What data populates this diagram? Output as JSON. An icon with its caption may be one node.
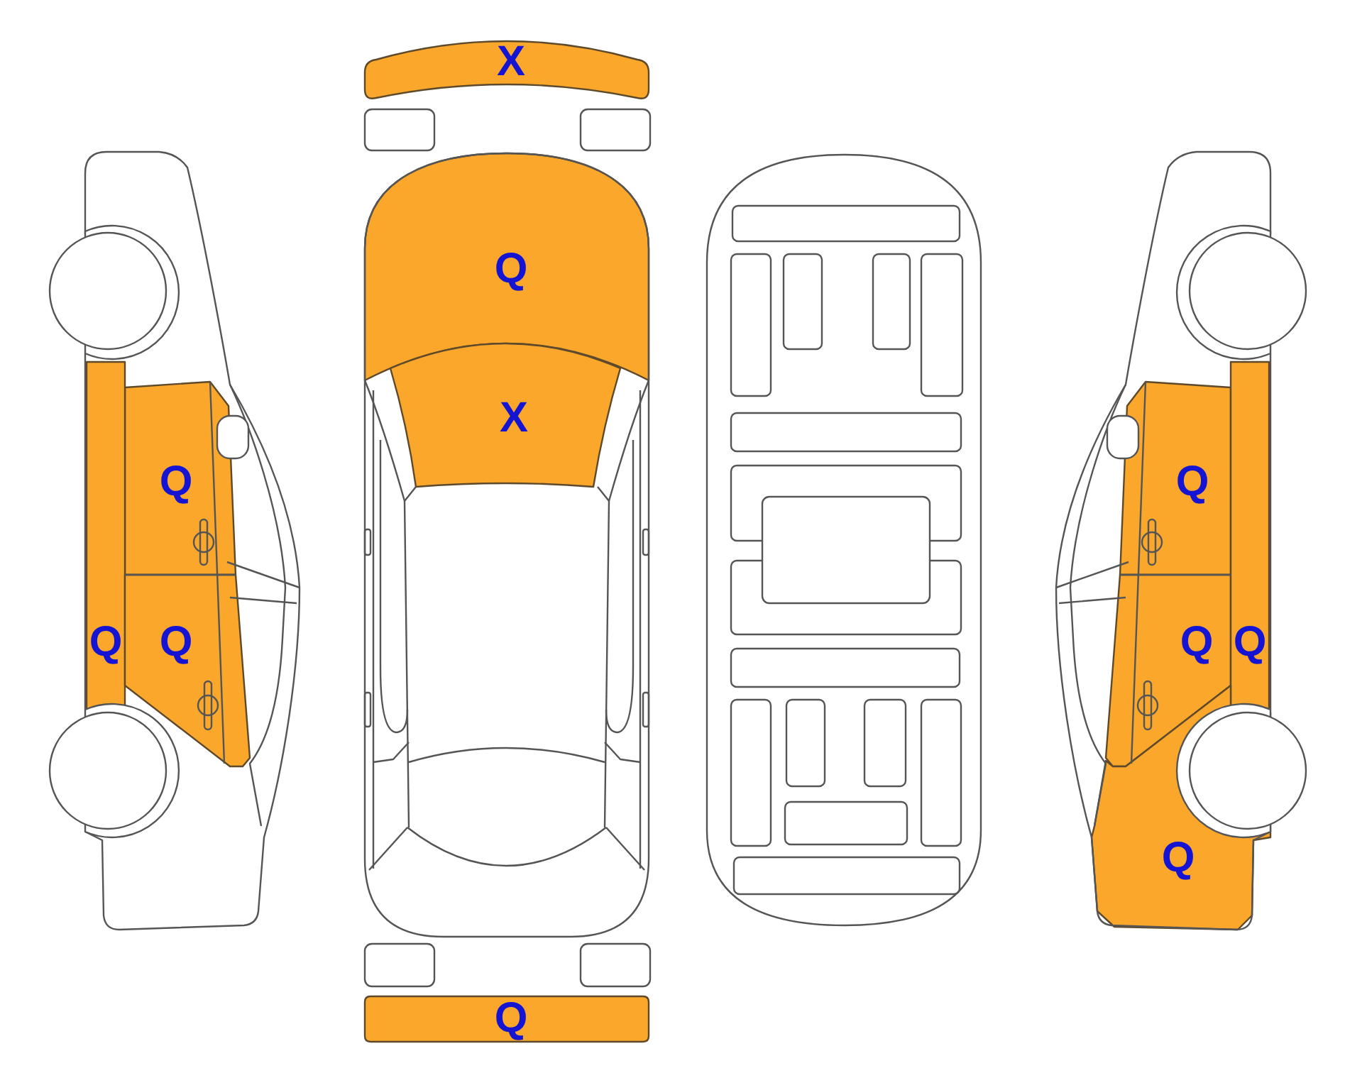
{
  "diagram": {
    "nodes": [
      {
        "text": [
          "Q"
        ]
      },
      {
        "text": [
          "Q"
        ]
      },
      {
        "text": [
          "Q"
        ]
      },
      {
        "text": [
          "X"
        ]
      },
      {
        "text": [
          "Q"
        ]
      },
      {
        "text": [
          "X"
        ]
      },
      {
        "text": [
          "Q"
        ]
      },
      {
        "text": [
          "Q"
        ]
      },
      {
        "text": [
          "Q"
        ]
      },
      {
        "text": [
          "Q"
        ]
      },
      {
        "text": [
          "Q"
        ]
      }
    ]
  }
}
